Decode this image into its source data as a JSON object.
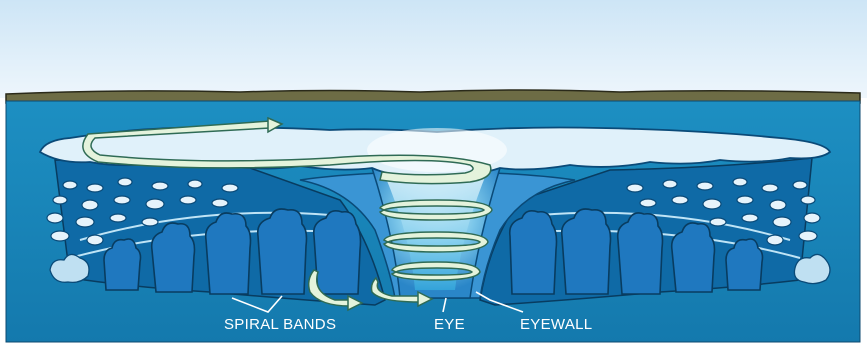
{
  "labels": {
    "spiral_bands": "SPIRAL BANDS",
    "eye": "EYE",
    "eyewall": "EYEWALL"
  },
  "colors": {
    "sky_top": "#cfe6f7",
    "sky_bottom": "#eaf4fb",
    "horizon_land": "#6b6a44",
    "ocean": "#1585b8",
    "cloud_deep": "#0d5f9a",
    "cloud_mid": "#2a86c8",
    "cloud_light": "#dff0fa",
    "arrow_fill": "#e4f3dc",
    "arrow_stroke": "#2f6b55"
  }
}
